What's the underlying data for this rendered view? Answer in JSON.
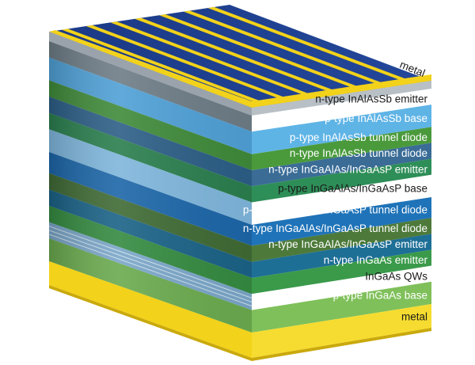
{
  "diagram": {
    "top_metal_label": "metal",
    "layers": [
      {
        "id": "emitter-top",
        "label": "n-type InAlAsSb emitter",
        "color": "#ffffff",
        "text_color": "dark"
      },
      {
        "id": "base-top",
        "label": "p-type InAlAsSb base",
        "color": "#5fb4e6",
        "text_color": "light"
      },
      {
        "id": "tunnel-1a",
        "label": "p-type InAlAsSb tunnel diode",
        "color": "#4a9a3c",
        "text_color": "light"
      },
      {
        "id": "tunnel-1b",
        "label": "n-type InAlAsSb tunnel diode",
        "color": "#3a6c96",
        "text_color": "light"
      },
      {
        "id": "emitter-mid",
        "label": "n-type InGaAlAs/InGaAsP emitter",
        "color": "#2e8e58",
        "text_color": "light"
      },
      {
        "id": "base-mid",
        "label": "p-type InGaAlAs/InGaAsP base",
        "color": "#ffffff",
        "text_color": "dark"
      },
      {
        "id": "tunnel-2a",
        "label": "p-type InGaAlAs/InGaAsP  tunnel diode",
        "color": "#1f73b8",
        "text_color": "light"
      },
      {
        "id": "tunnel-2b",
        "label": "n-type InGaAlAs/InGaAsP  tunnel diode",
        "color": "#4d7a3a",
        "text_color": "light"
      },
      {
        "id": "emitter-bot",
        "label": "n-type InGaAlAs/InGaAsP emitter",
        "color": "#1e6f96",
        "text_color": "light"
      },
      {
        "id": "emitter-ingaas",
        "label": "n-type InGaAs emitter",
        "color": "#3a9a4a",
        "text_color": "light"
      },
      {
        "id": "qws",
        "label": "InGaAs QWs",
        "color": "#ffffff",
        "text_color": "dark"
      },
      {
        "id": "base-bot",
        "label": "p-type InGaAs base",
        "color": "#7fc05a",
        "text_color": "light"
      }
    ],
    "bottom_metal_label": "metal",
    "colors": {
      "metal": "#f2d21a",
      "top_surface": "#1e3f8e",
      "side_shade": "#2a5a86"
    }
  }
}
